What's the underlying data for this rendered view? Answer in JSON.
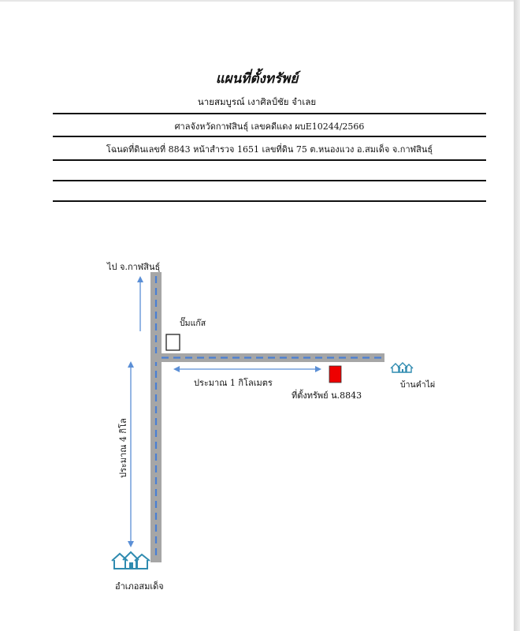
{
  "header": {
    "title": "แผนที่ตั้งทรัพย์",
    "owner": "นายสมบูรณ์ เงาศิลป์ชัย จำเลย",
    "court_case": "ศาลจังหวัดกาฬสินธุ์ เลขคดีแดง ผบE10244/2566",
    "deed_info": "โฉนดที่ดินเลขที่ 8843 หน้าสำรวจ 1651 เลขที่ดิน 75 ต.หนองแวง อ.สมเด็จ จ.กาฬสินธุ์",
    "row3": "",
    "row4": ""
  },
  "map": {
    "to_kalasin": "ไป จ.กาฬสินธุ์",
    "gas_pump": "ปั๊มแก๊ส",
    "distance_east": "ประมาณ 1 กิโลเมตร",
    "property_label": "ที่ตั้งทรัพย์ น.8843",
    "village": "บ้านคำไผ่",
    "distance_south": "ประมาณ 4 กิโล",
    "district": "อำเภอสมเด็จ",
    "colors": {
      "road": "#a6a6a6",
      "road_dash": "#4a7fd4",
      "arrow": "#5b8fd6",
      "property": "#ee0000",
      "house_icon": "#2f8bb0"
    }
  }
}
